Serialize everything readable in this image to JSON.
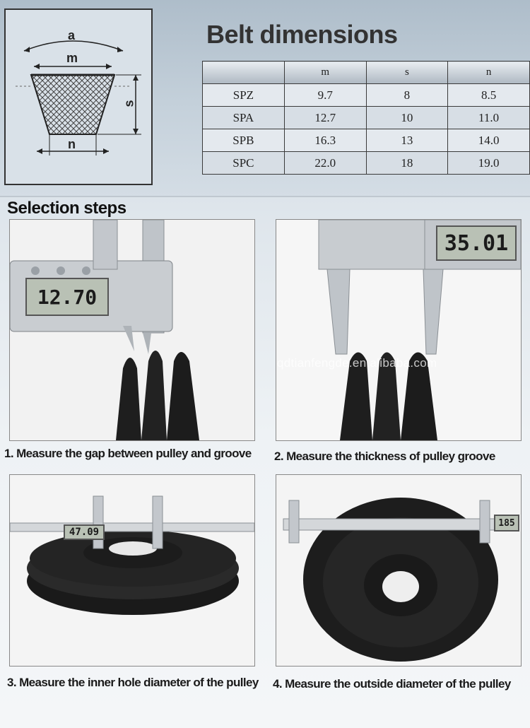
{
  "diagram": {
    "label_a": "a",
    "label_m": "m",
    "label_s": "s",
    "label_n": "n"
  },
  "title": "Belt dimensions",
  "table": {
    "headers": [
      "",
      "m",
      "s",
      "n"
    ],
    "rows": [
      [
        "SPZ",
        "9.7",
        "8",
        "8.5"
      ],
      [
        "SPA",
        "12.7",
        "10",
        "11.0"
      ],
      [
        "SPB",
        "16.3",
        "13",
        "14.0"
      ],
      [
        "SPC",
        "22.0",
        "18",
        "19.0"
      ]
    ]
  },
  "section_title": "Selection steps",
  "steps": [
    {
      "caption": "1. Measure the gap between pulley and groove",
      "reading": "12.70"
    },
    {
      "caption": "2. Measure the thickness of pulley groove",
      "reading": "35.01"
    },
    {
      "caption": "3. Measure the inner hole diameter of the pulley",
      "reading": "47.09"
    },
    {
      "caption": "4. Measure the outside diameter of the pulley",
      "reading": "185"
    }
  ],
  "watermark": "qdtianfengde.en.alibaba.com",
  "colors": {
    "pulley": "#1c1c1c",
    "caliper": "#c8ccd0",
    "lcd": "#b9c1b5"
  }
}
